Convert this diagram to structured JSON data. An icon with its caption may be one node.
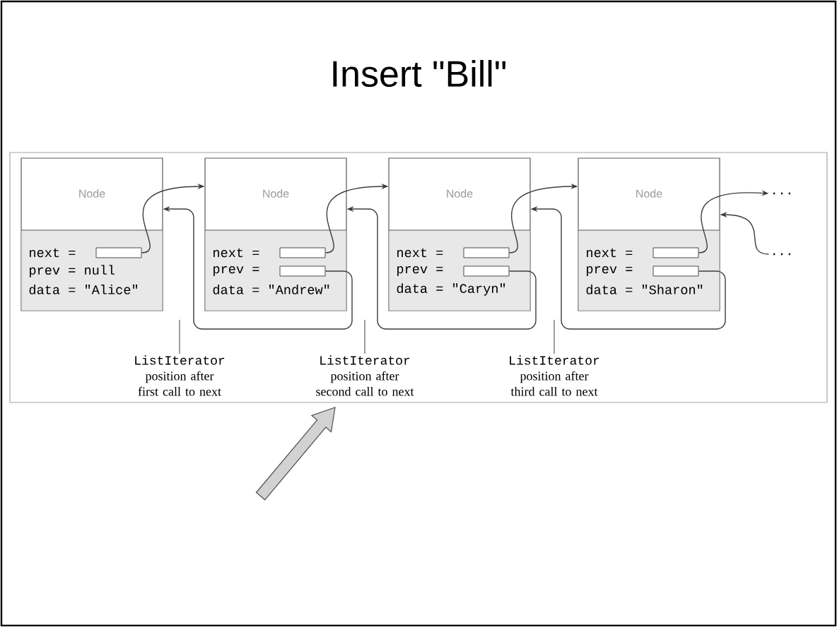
{
  "diagram": {
    "title": "Insert \"Bill\"",
    "nodes": [
      {
        "text": [
          "Node",
          "next =",
          "prev = null",
          "data = \"Alice\""
        ]
      },
      {
        "text": [],
        "shape": "box",
        "in": 0
      },
      {
        "text": [
          "Node",
          "next =",
          "prev =",
          "data = \"Andrew\""
        ]
      },
      {
        "text": [],
        "shape": "box",
        "in": 2
      },
      {
        "text": [],
        "shape": "box",
        "in": 2
      },
      {
        "text": [
          "Node",
          "next =",
          "prev =",
          "data = \"Caryn\""
        ]
      },
      {
        "text": [],
        "shape": "box",
        "in": 5
      },
      {
        "text": [],
        "shape": "box",
        "in": 5
      },
      {
        "text": [
          "Node",
          "next =",
          "prev =",
          "data = \"Sharon\""
        ]
      },
      {
        "text": [],
        "shape": "box",
        "in": 8
      },
      {
        "text": [],
        "shape": "box",
        "in": 8
      },
      {
        "text": [
          "..."
        ]
      },
      {
        "text": [
          "..."
        ]
      },
      {
        "text": [
          "ListIterator",
          "position after first call to next"
        ]
      },
      {
        "text": [
          "ListIterator",
          "position after second call to next"
        ]
      },
      {
        "text": [
          "ListIterator",
          "position after third call to next"
        ]
      }
    ],
    "edges": [
      {
        "from": 1,
        "to": 2,
        "arrow": "to"
      },
      {
        "from": 4,
        "to": 0,
        "arrow": "to"
      },
      {
        "from": 3,
        "to": 5,
        "arrow": "to"
      },
      {
        "from": 7,
        "to": 2,
        "arrow": "to"
      },
      {
        "from": 6,
        "to": 8,
        "arrow": "to"
      },
      {
        "from": 10,
        "to": 5,
        "arrow": "to"
      },
      {
        "from": 9,
        "to": 11,
        "arrow": "to"
      },
      {
        "from": 12,
        "to": 8,
        "arrow": "to"
      },
      {
        "from": 13,
        "to": null,
        "arrow": "none"
      },
      {
        "from": 14,
        "to": null,
        "arrow": "none"
      },
      {
        "from": 15,
        "to": null,
        "arrow": "none"
      },
      {
        "from": null,
        "to": 14,
        "arrow": "to",
        "style": "thick"
      }
    ]
  }
}
